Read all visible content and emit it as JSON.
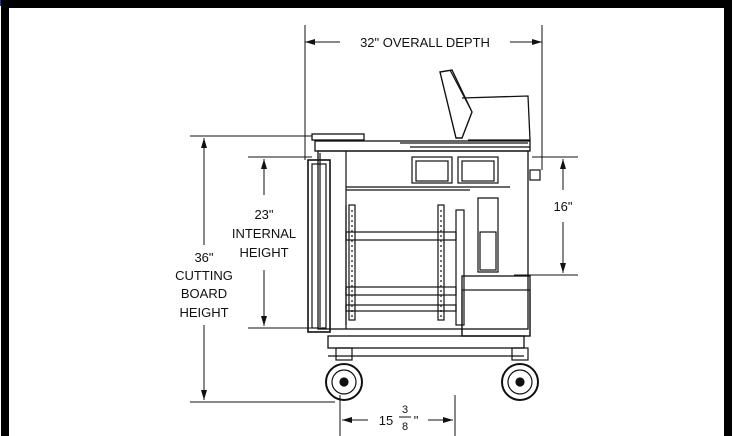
{
  "dimensions": {
    "overall_depth": "32\" OVERALL DEPTH",
    "shelf_depth_whole": "15",
    "shelf_depth_num": "3",
    "shelf_depth_den": "8",
    "shelf_depth_unit": "\"",
    "right_height": "16\"",
    "internal_height": [
      "23\"",
      "INTERNAL",
      "HEIGHT"
    ],
    "cutting_board_height": [
      "36\"",
      "CUTTING",
      "BOARD",
      "HEIGHT"
    ]
  },
  "colors": {
    "border": "#000000",
    "header_tab": "#1f3b73",
    "line": "#111111",
    "background": "#ffffff"
  }
}
